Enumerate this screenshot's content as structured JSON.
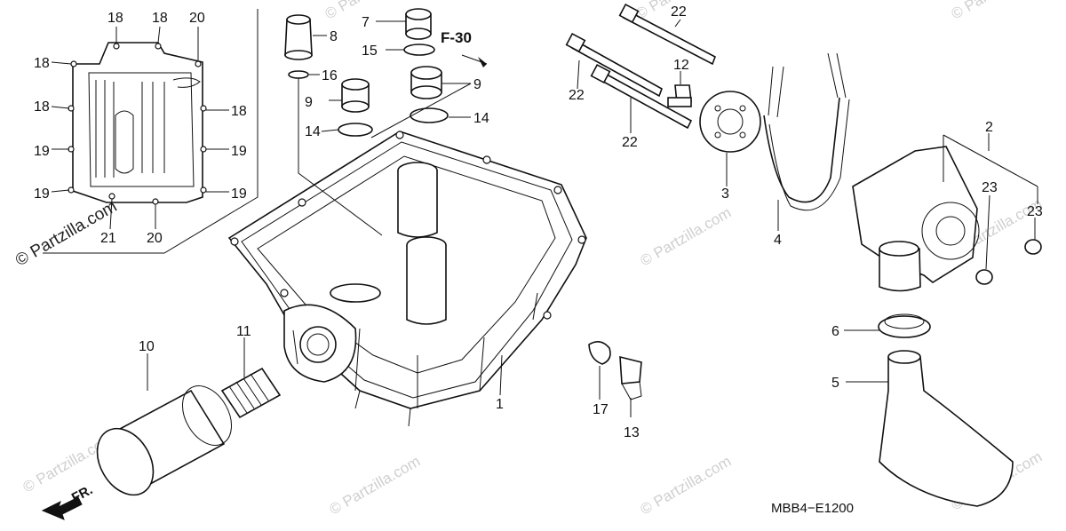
{
  "diagram": {
    "code": "MBB4−E1200",
    "reference": "F-30",
    "direction_arrow": "FR.",
    "watermark": "© Partzilla.com"
  },
  "callouts": {
    "c1": "1",
    "c2": "2",
    "c3": "3",
    "c4": "4",
    "c5": "5",
    "c6": "6",
    "c7": "7",
    "c8": "8",
    "c9a": "9",
    "c9b": "9",
    "c10": "10",
    "c11": "11",
    "c12": "12",
    "c13": "13",
    "c14a": "14",
    "c14b": "14",
    "c15": "15",
    "c16": "16",
    "c17": "17",
    "c18a": "18",
    "c18b": "18",
    "c18c": "18",
    "c18d": "18",
    "c18e": "18",
    "c19a": "19",
    "c19b": "19",
    "c19c": "19",
    "c19d": "19",
    "c20a": "20",
    "c20b": "20",
    "c21": "21",
    "c22a": "22",
    "c22b": "22",
    "c22c": "22",
    "c23a": "23",
    "c23b": "23"
  }
}
